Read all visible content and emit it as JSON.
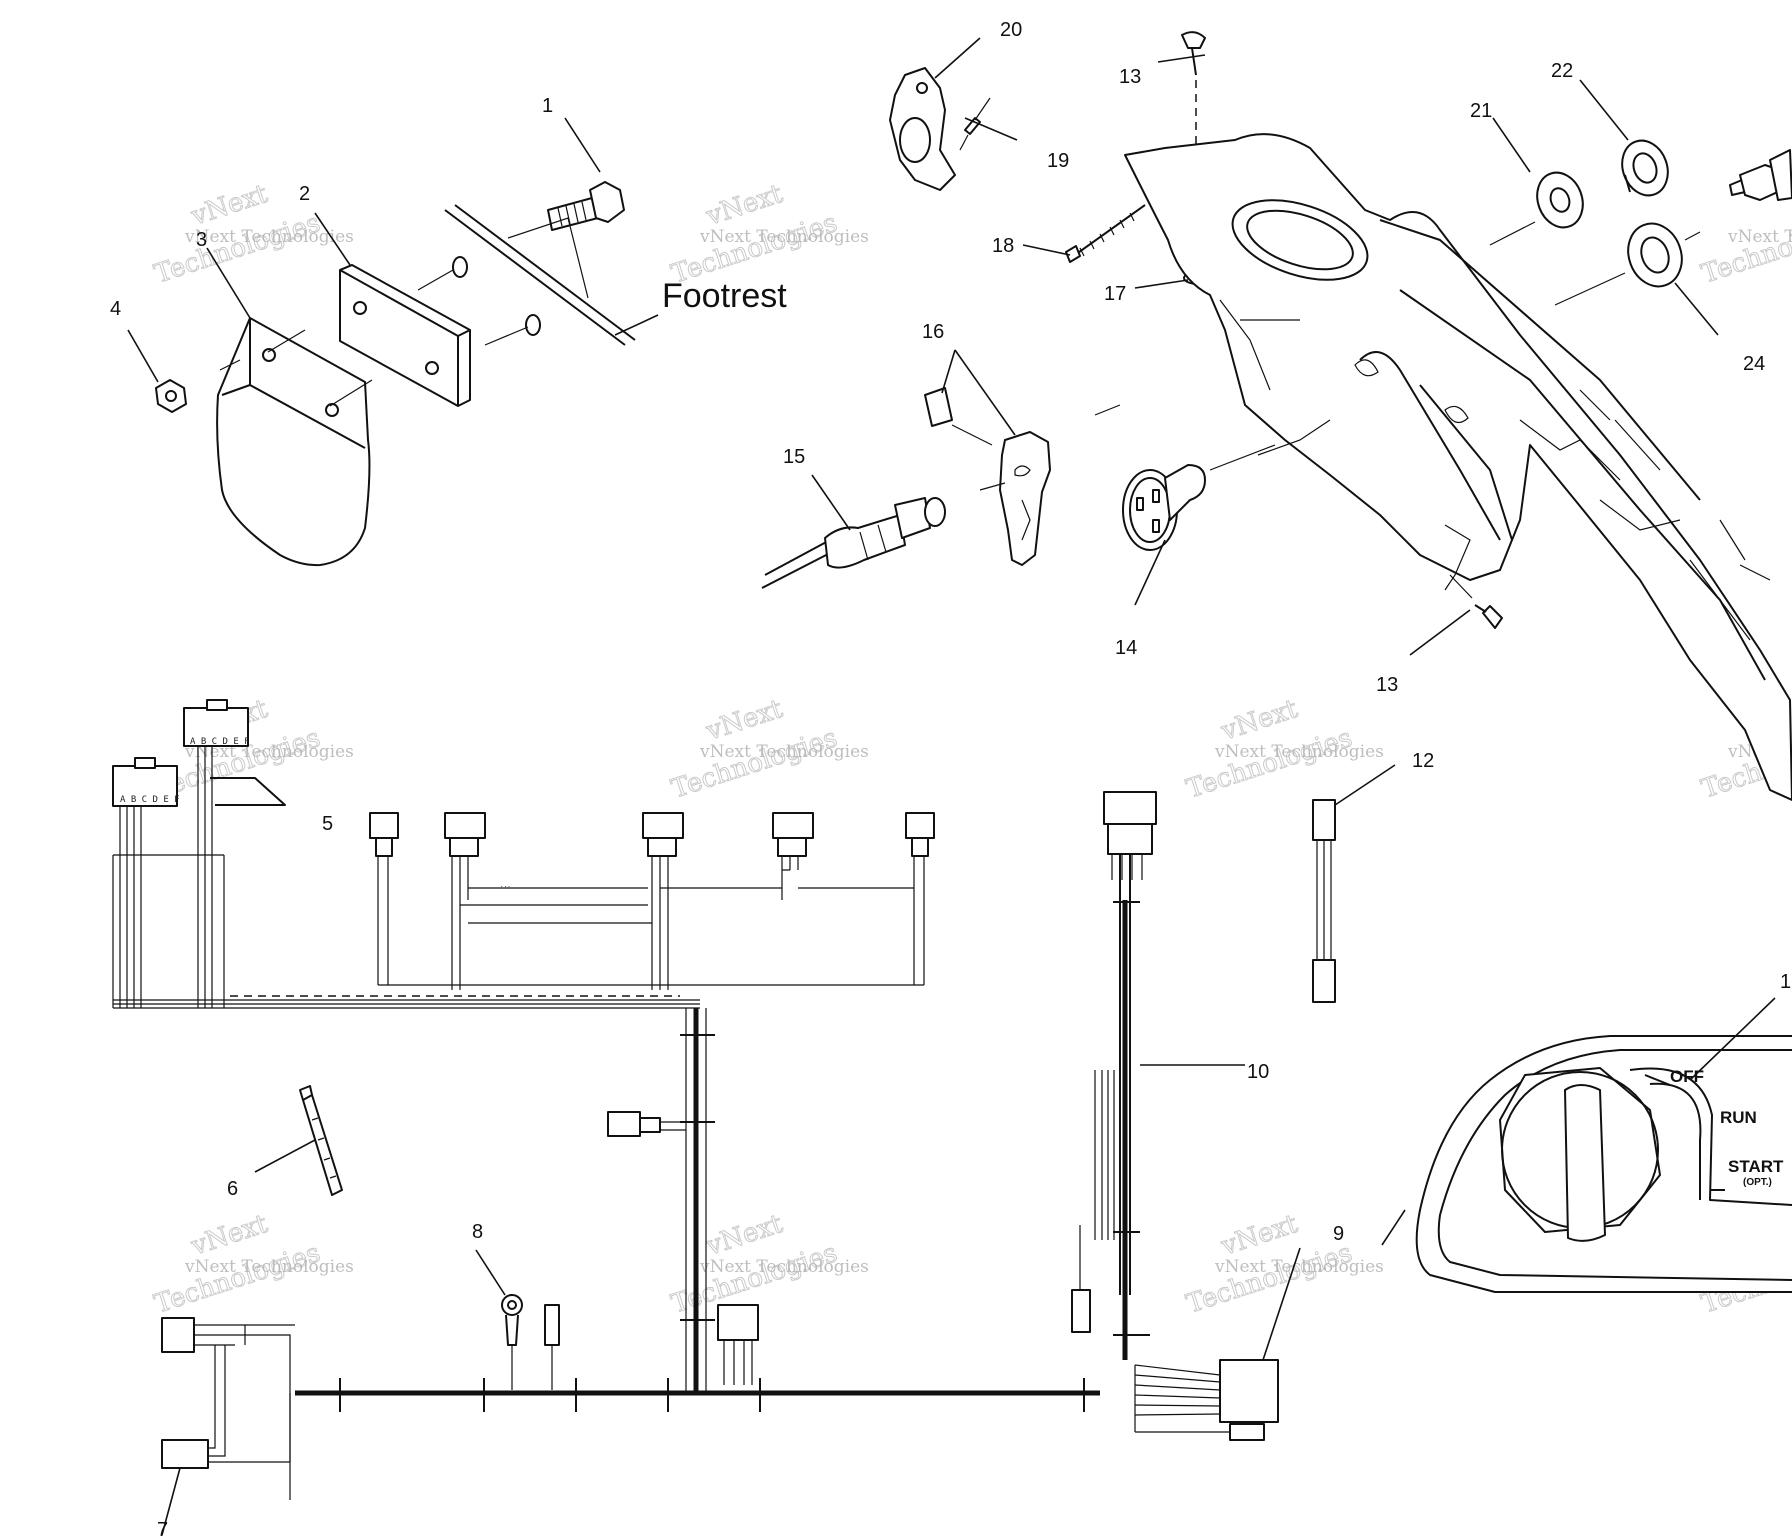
{
  "callouts": {
    "c1": "1",
    "c2": "2",
    "c3": "3",
    "c4": "4",
    "c5": "5",
    "c6": "6",
    "c7": "7",
    "c8": "8",
    "c9": "9",
    "c10": "10",
    "c11": "1",
    "c12": "12",
    "c13a": "13",
    "c13b": "13",
    "c14": "14",
    "c15": "15",
    "c16": "16",
    "c17": "17",
    "c18": "18",
    "c19": "19",
    "c20": "20",
    "c21": "21",
    "c22": "22",
    "c24": "24"
  },
  "labels": {
    "footrest": "Footrest"
  },
  "switch": {
    "off": "OFF",
    "run": "RUN",
    "start": "START",
    "opt": "(OPT.)"
  },
  "connector_pins": {
    "upper": "A B C D E F",
    "lower": "A B C D E F"
  },
  "watermark": {
    "line1": "vNext Technologies",
    "line2": "vNext",
    "line3": "Technologies"
  }
}
